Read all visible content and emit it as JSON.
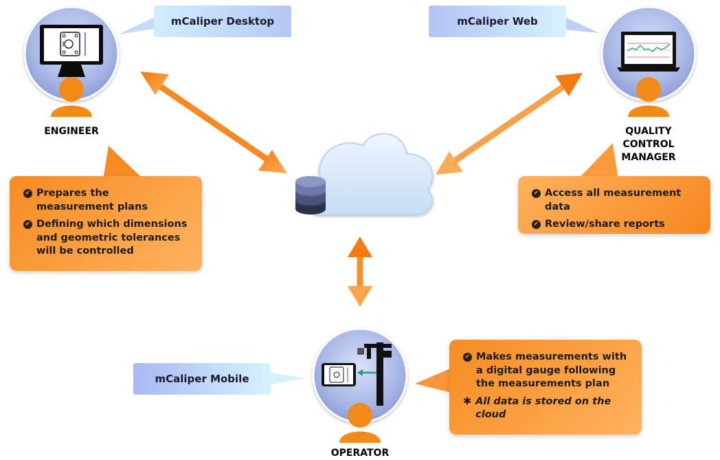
{
  "apps": {
    "desktop": "mCaliper Desktop",
    "web": "mCaliper Web",
    "mobile": "mCaliper Mobile"
  },
  "roles": {
    "engineer": "ENGINEER",
    "qc_manager": "QUALITY\nCONTROL\nMANAGER",
    "operator": "OPERATOR"
  },
  "notes": {
    "engineer": [
      "Prepares the measurement plans",
      "Defining which dimensions and geometric tolerances will be controlled"
    ],
    "qc_manager": [
      "Access all measurement data",
      "Review/share reports"
    ],
    "operator": {
      "item": "Makes measurements with a digital gauge following the measurements plan",
      "footnote": "All data is stored on the cloud"
    }
  },
  "icons": {
    "check": "check-circle-icon",
    "star": "asterisk-icon",
    "cloud": "cloud-icon",
    "database": "database-icon",
    "person": "person-icon",
    "monitor": "desktop-monitor-icon",
    "laptop": "laptop-chart-icon",
    "phone": "smartphone-icon",
    "caliper": "caliper-icon"
  },
  "colors": {
    "orange": "#f5861f",
    "orange_light": "#ffb25c",
    "person": "#f28a1a",
    "circle_fill": "#a9b8e8",
    "cloud_fill": "#dbe9fb",
    "label_blue_left": "#b7c7f5",
    "label_blue_right": "#cfeefd"
  }
}
